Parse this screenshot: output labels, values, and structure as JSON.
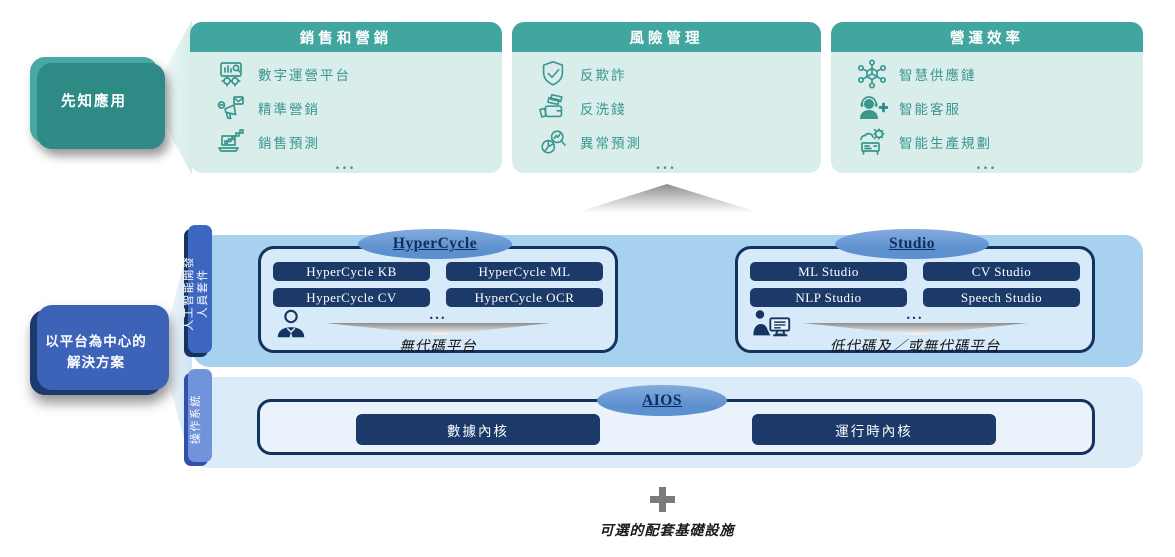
{
  "left_labels": {
    "apps": "先知應用",
    "solutions_line1": "以平台為中心的",
    "solutions_line2": "解決方案"
  },
  "panels": [
    {
      "title": "銷售和營銷",
      "items": [
        {
          "icon": "digital-ops-icon",
          "label": "數字運營平台"
        },
        {
          "icon": "precision-marketing-icon",
          "label": "精準營銷"
        },
        {
          "icon": "sales-forecast-icon",
          "label": "銷售預測"
        }
      ],
      "more": "..."
    },
    {
      "title": "風險管理",
      "items": [
        {
          "icon": "anti-fraud-icon",
          "label": "反欺詐"
        },
        {
          "icon": "anti-money-laundering-icon",
          "label": "反洗錢"
        },
        {
          "icon": "anomaly-prediction-icon",
          "label": "異常預測"
        }
      ],
      "more": "..."
    },
    {
      "title": "營運效率",
      "items": [
        {
          "icon": "supply-chain-icon",
          "label": "智慧供應鏈"
        },
        {
          "icon": "customer-service-icon",
          "label": "智能客服"
        },
        {
          "icon": "production-planning-icon",
          "label": "智能生產規劃"
        }
      ],
      "more": "..."
    }
  ],
  "dev_band": {
    "tab_line1": "人工智能開發",
    "tab_line2": "人員套件",
    "groups": [
      {
        "name": "HyperCycle",
        "buttons": [
          "HyperCycle KB",
          "HyperCycle ML",
          "HyperCycle CV",
          "HyperCycle OCR"
        ],
        "more": "...",
        "caption": "無代碼平台",
        "icon": "business-user-icon"
      },
      {
        "name": "Studio",
        "buttons": [
          "ML Studio",
          "CV Studio",
          "NLP Studio",
          "Speech Studio"
        ],
        "more": "...",
        "caption": "低代碼及／或無代碼平台",
        "icon": "developer-user-icon"
      }
    ]
  },
  "os_band": {
    "tab": "操作系統",
    "name": "AIOS",
    "kernels": [
      "數據內核",
      "運行時內核"
    ]
  },
  "footer": {
    "caption": "可選的配套基礎設施"
  },
  "colors": {
    "teal_header": "#41a5a0",
    "teal_body": "#d9edeb",
    "teal_icon": "#3a968f",
    "teal_box": "#48a8a3",
    "teal_box_back": "#2e8a85",
    "navy": "#16345f",
    "navy_button": "#1c3a69",
    "royal_blue_tab": "#3450ae",
    "band_blue": "#a7d1ee",
    "band_blue_light": "#dcebf8",
    "container_fill": "#d6eafa",
    "container_fill_light": "#eaf3fc",
    "ellipse_blue": "#6597d3",
    "arrow_gray": "#8e8e8e",
    "plus_gray": "#7b7b7b"
  }
}
